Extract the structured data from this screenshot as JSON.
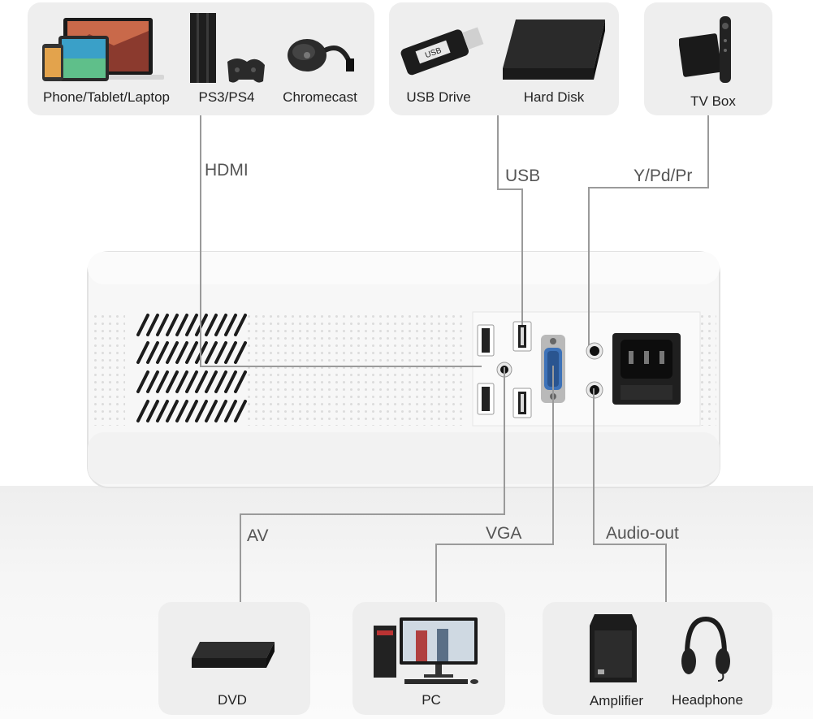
{
  "devices": {
    "phone_tablet_laptop": "Phone/Tablet/Laptop",
    "ps3_ps4": "PS3/PS4",
    "chromecast": "Chromecast",
    "usb_drive": "USB Drive",
    "hard_disk": "Hard Disk",
    "tv_box": "TV Box",
    "dvd": "DVD",
    "pc": "PC",
    "amplifier": "Amplifier",
    "headphone": "Headphone"
  },
  "ports": {
    "hdmi": "HDMI",
    "usb": "USB",
    "ypdpr": "Y/Pd/Pr",
    "av": "AV",
    "vga": "VGA",
    "audio_out": "Audio-out"
  },
  "colors": {
    "card_bg": "#eeeeee",
    "wire": "#9a9a9a",
    "projector_body": "#f7f7f7",
    "vga_blue": "#3d72b8"
  },
  "printed_marks": {
    "usb_stick": "USB"
  }
}
